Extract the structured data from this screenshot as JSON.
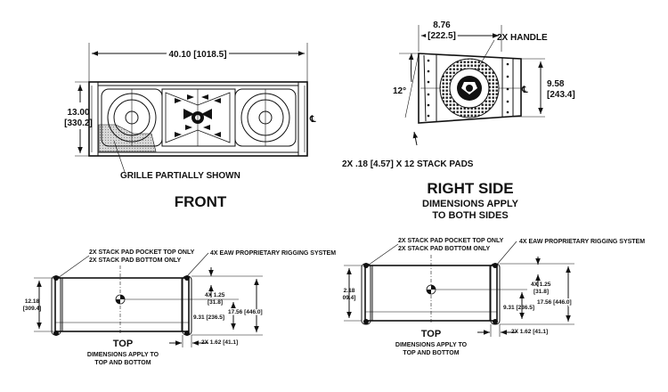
{
  "front": {
    "width_dim": "40.10 [1018.5]",
    "height_dim_in": "13.00",
    "height_dim_mm": "[330.2]",
    "grille_label": "GRILLE PARTIALLY SHOWN",
    "centerline": "℄",
    "title": "FRONT"
  },
  "right_side": {
    "top_dim_in": "8.76",
    "top_dim_mm": "[222.5]",
    "handle_label": "2X HANDLE",
    "height_dim_in": "9.58",
    "height_dim_mm": "[243.4]",
    "angle": "12°",
    "centerline": "℄",
    "stack_pads": "2X .18 [4.57] X 12 STACK PADS",
    "title": "RIGHT SIDE",
    "subtitle_line1": "DIMENSIONS APPLY",
    "subtitle_line2": "TO BOTH SIDES"
  },
  "top_left": {
    "pocket_line1": "2X STACK PAD POCKET TOP ONLY",
    "pocket_line2": "2X STACK PAD BOTTOM ONLY",
    "rigging": "4X EAW PROPRIETARY RIGGING SYSTEM",
    "depth_in": "12.18",
    "depth_mm": "[309.4]",
    "dim_1_25_in": "4X 1.25",
    "dim_1_25_mm": "[31.8]",
    "dim_9_31": "9.31 [236.5]",
    "dim_17_56": "17.56 [446.0]",
    "dim_1_62": "2X 1.62 [41.1]",
    "title": "TOP",
    "note_line1": "DIMENSIONS APPLY TO",
    "note_line2": "TOP AND BOTTOM"
  },
  "top_right": {
    "pocket_line1": "2X STACK PAD POCKET TOP ONLY",
    "pocket_line2": "2X STACK PAD BOTTOM ONLY",
    "rigging": "4X EAW PROPRIETARY RIGGING SYSTEM",
    "depth_in": "2.18",
    "depth_mm": "09.4]",
    "dim_1_25_in": "4X 1.25",
    "dim_1_25_mm": "[31.8]",
    "dim_9_31": "9.31 [236.5]",
    "dim_17_56": "17.56 [446.0]",
    "dim_1_62": "2X 1.62 [41.1]",
    "title": "TOP",
    "note_line1": "DIMENSIONS APPLY TO",
    "note_line2": "TOP AND BOTTOM"
  }
}
